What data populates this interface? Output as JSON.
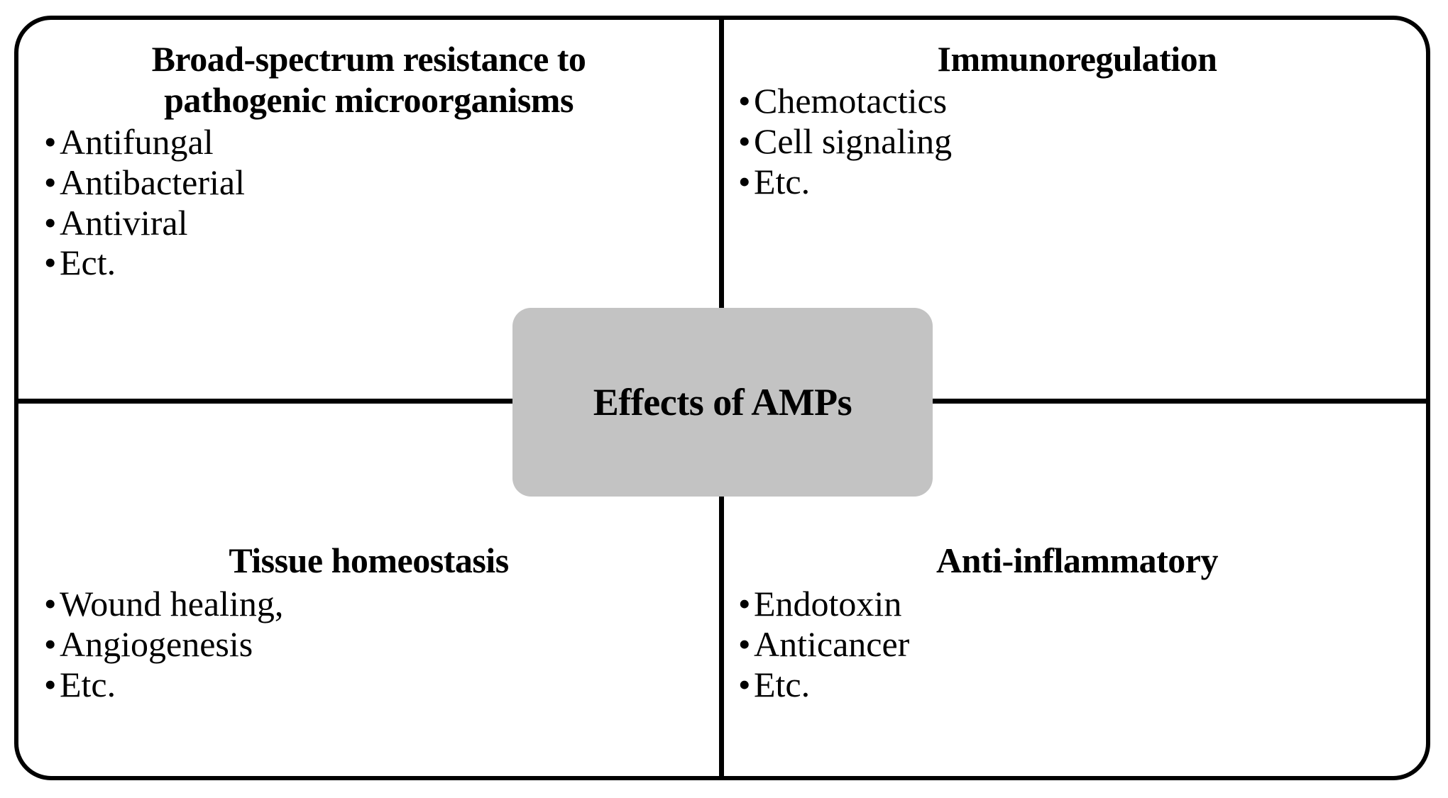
{
  "diagram": {
    "title": "Effects of AMPs",
    "type": "four-quadrant-concept-map",
    "center": {
      "label": "Effects of AMPs",
      "fill_color": "#c3c3c3",
      "text_color": "#000000"
    },
    "frame": {
      "border_color": "#000000",
      "background_color": "#ffffff",
      "corner_style": "rounded"
    },
    "quadrants": [
      {
        "position": "top-left",
        "title": "Broad-spectrum resistance to\npathogenic microorganisms",
        "items": [
          "Antifungal",
          "Antibacterial",
          "Antiviral",
          "Ect."
        ]
      },
      {
        "position": "top-right",
        "title": "Immunoregulation",
        "items": [
          "Chemotactics",
          "Cell signaling",
          "Etc."
        ]
      },
      {
        "position": "bottom-left",
        "title": "Tissue homeostasis",
        "items": [
          "Wound healing,",
          "Angiogenesis",
          "Etc."
        ]
      },
      {
        "position": "bottom-right",
        "title": "Anti-inflammatory",
        "items": [
          "Endotoxin",
          "Anticancer",
          "Etc."
        ]
      }
    ]
  }
}
